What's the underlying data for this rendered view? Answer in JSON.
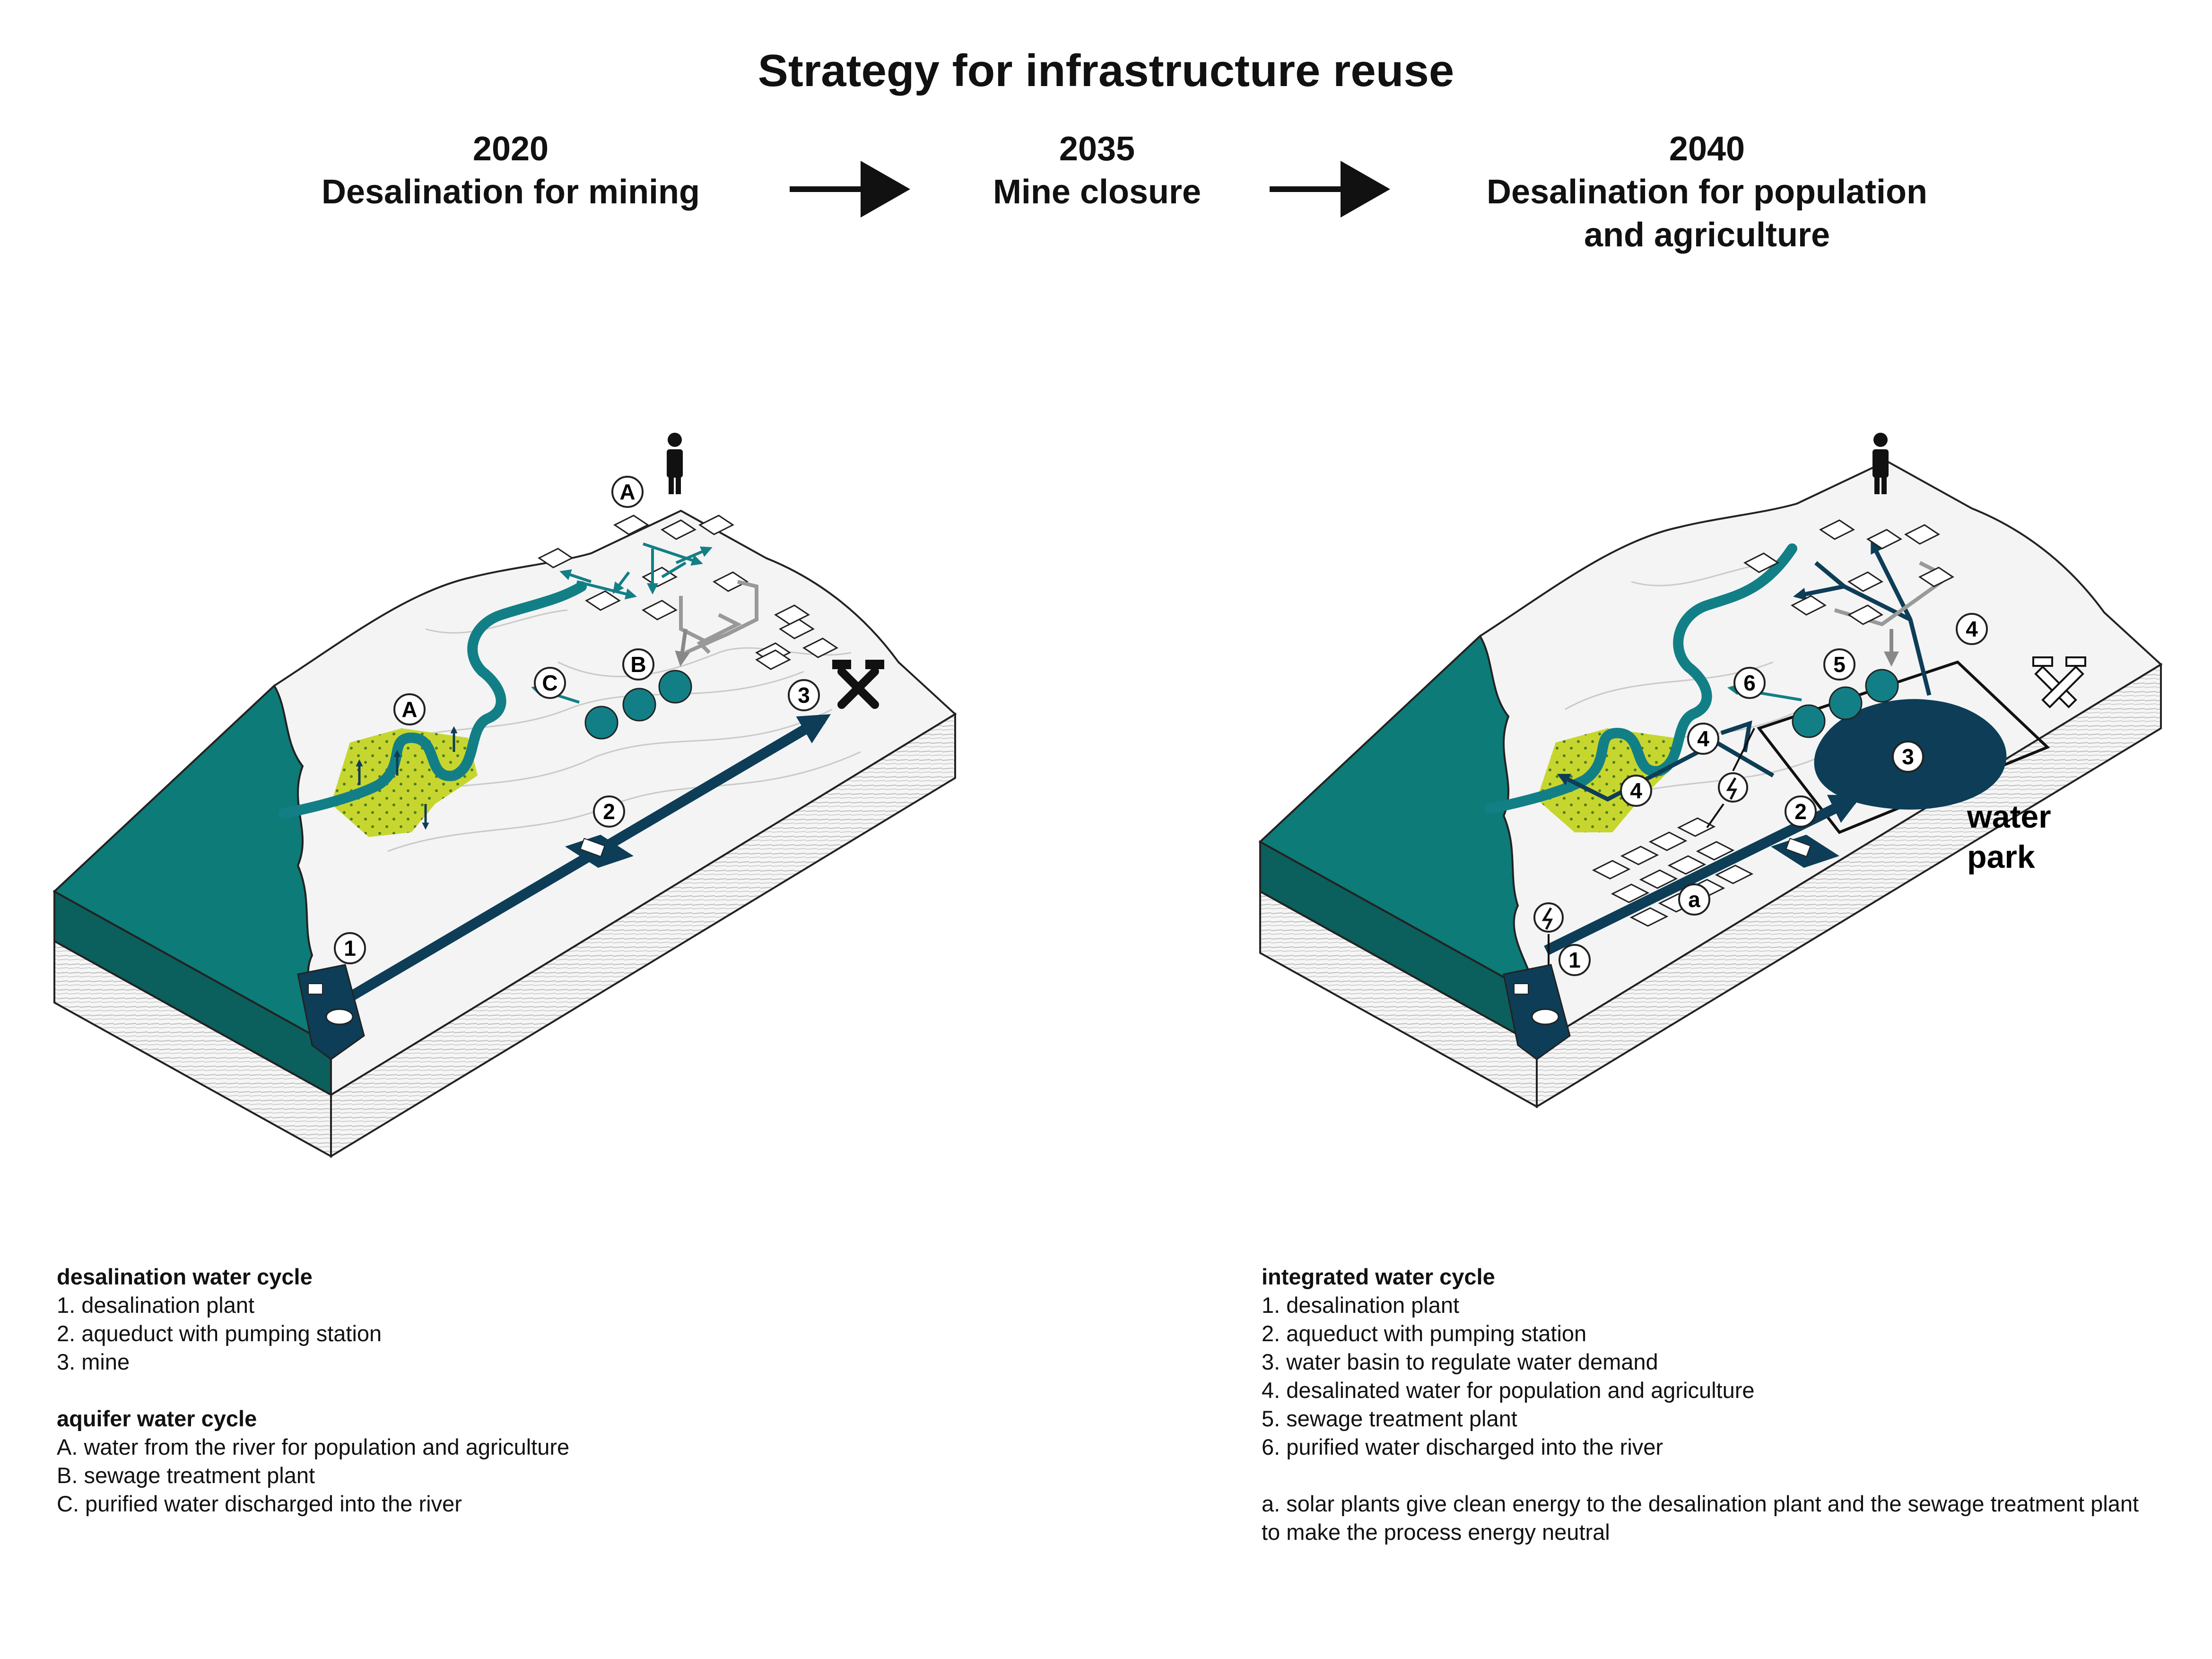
{
  "title": "Strategy for infrastructure reuse",
  "phases": [
    {
      "year": "2020",
      "lines": [
        "Desalination for mining"
      ]
    },
    {
      "year": "2035",
      "lines": [
        "Mine closure"
      ]
    },
    {
      "year": "2040",
      "lines": [
        "Desalination for population",
        "and agriculture"
      ]
    }
  ],
  "colors": {
    "sea": "#0d7b78",
    "river": "#127f86",
    "aqueduct": "#0d3d57",
    "agriculture": "#c7d62f",
    "terrain": "#f4f4f4",
    "outline": "#222222"
  },
  "left_diagram": {
    "markers": [
      "1",
      "2",
      "3",
      "A",
      "A",
      "B",
      "C"
    ],
    "icons": [
      "person-icon",
      "mine-hammer-icon"
    ]
  },
  "right_diagram": {
    "markers": [
      "1",
      "2",
      "3",
      "4",
      "4",
      "4",
      "5",
      "6",
      "a"
    ],
    "water_park": [
      "water",
      "park"
    ],
    "icons": [
      "person-icon",
      "closed-mine-icon",
      "lightning-icon"
    ]
  },
  "legend_left": {
    "heading1": "desalination water cycle",
    "items1": [
      "1. desalination plant",
      "2. aqueduct with pumping station",
      "3. mine"
    ],
    "heading2": "aquifer water cycle",
    "items2": [
      "A. water from the river for population and agriculture",
      "B. sewage treatment plant",
      "C. purified water discharged into the river"
    ]
  },
  "legend_right": {
    "heading": "integrated water cycle",
    "items": [
      "1. desalination plant",
      "2. aqueduct with pumping station",
      "3. water basin to regulate water demand",
      "4. desalinated water for population and agriculture",
      "5. sewage treatment plant",
      "6. purified water discharged into the river"
    ],
    "note": "a. solar plants give clean energy to the desalination plant and the sewage treatment plant to make the process energy neutral"
  }
}
